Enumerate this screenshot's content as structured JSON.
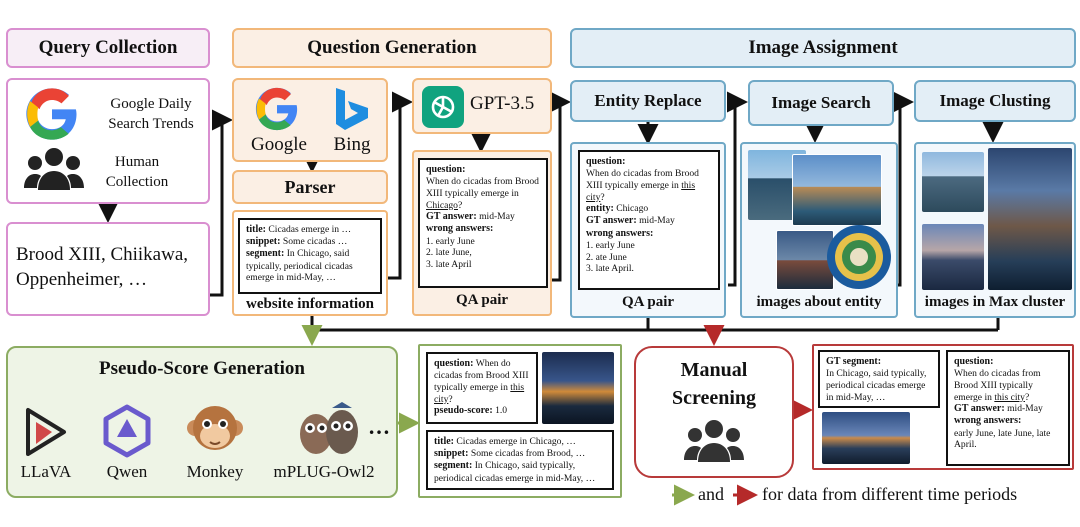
{
  "query": {
    "title": "Query Collection",
    "google_label": "Google Daily Search Trends",
    "human_label": "Human Collection",
    "entities": "Brood XIII, Chiikawa, Oppenheimer, …"
  },
  "question_gen": {
    "title": "Question Generation",
    "google": "Google",
    "bing": "Bing",
    "parser": "Parser",
    "web_title_k": "title:",
    "web_title_v": "Cicadas emerge in …",
    "web_snippet_k": "snippet:",
    "web_snippet_v": "Some cicadas …",
    "web_segment_k": "segment:",
    "web_segment_v": "In Chicago, said typically, periodical cicadas emerge in mid-May, …",
    "web_caption": "website information",
    "gpt": "GPT-3.5",
    "qa_q_k": "question:",
    "qa_q_v": "When do cicadas from Brood XIII typically emerge in",
    "qa_q_city": "Chicago",
    "qa_gt_k": "GT answer:",
    "qa_gt_v": "mid-May",
    "qa_wrong_k": "wrong answers:",
    "qa_w1": "1. early June",
    "qa_w2": "2. late June,",
    "qa_w3": "3. late April",
    "qa_caption": "QA pair"
  },
  "image_assign": {
    "title": "Image Assignment",
    "entity_replace": "Entity Replace",
    "image_search": "Image Search",
    "image_clust": "Image Clusting",
    "er_q_k": "question:",
    "er_q_v": "When do cicadas from Brood XIII typically emerge in",
    "er_q_city": "this city",
    "er_ent_k": "entity:",
    "er_ent_v": "Chicago",
    "er_gt_k": "GT answer:",
    "er_gt_v": "mid-May",
    "er_wrong_k": "wrong answers:",
    "er_w1": "1. early June",
    "er_w2": "2. ate June",
    "er_w3": "3. late April.",
    "er_caption": "QA pair",
    "search_caption": "images about entity",
    "clust_caption": "images in Max cluster"
  },
  "pseudo": {
    "title": "Pseudo-Score Generation",
    "models": [
      "LLaVA",
      "Qwen",
      "Monkey",
      "mPLUG-Owl2"
    ],
    "ellipsis": "…",
    "c1_q_k": "question:",
    "c1_q_v": "When do cicadas from Brood XIII typically emerge in",
    "c1_q_city": "this city",
    "c1_ps_k": "pseudo-score:",
    "c1_ps_v": "1.0",
    "c2_title_k": "title:",
    "c2_title_v": "Cicadas emerge in Chicago, …",
    "c2_snip_k": "snippet:",
    "c2_snip_v": "Some cicadas from Brood, …",
    "c2_seg_k": "segment:",
    "c2_seg_v": "In Chicago, said typically, periodical cicadas emerge in mid-May, …"
  },
  "manual": {
    "title_line1": "Manual",
    "title_line2": "Screening",
    "gt_seg_k": "GT segment:",
    "gt_seg_v": "In Chicago, said typically, periodical cicadas emerge in mid-May, …",
    "q_k": "question:",
    "q_v": "When do cicadas from Brood XIII typically emerge in",
    "q_city": "this city",
    "gt_k": "GT answer:",
    "gt_v": "mid-May",
    "wrong_k": "wrong answers:",
    "wrong_v": "early June, late June, late April."
  },
  "legend": {
    "and": "and",
    "text": "for data from different time periods"
  },
  "colors": {
    "green_arrow": "#8aa84e",
    "red_arrow": "#b52a2a"
  }
}
